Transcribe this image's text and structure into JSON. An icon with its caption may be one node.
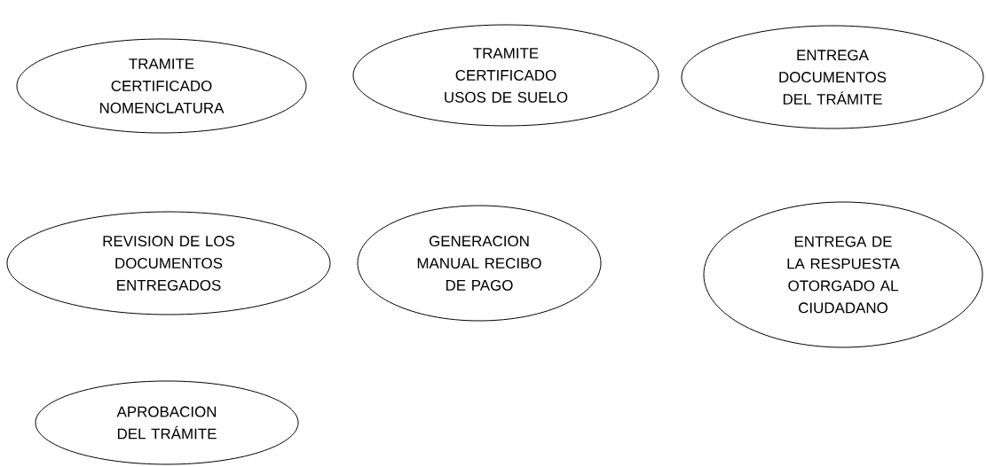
{
  "diagram": {
    "nodes": [
      {
        "text": [
          "TRAMITE CERTIFICADO NOMENCLATURA"
        ]
      },
      {
        "text": [
          "TRAMITE CERTIFICADO USOS DE SUELO"
        ]
      },
      {
        "text": [
          "ENTREGA DOCUMENTOS DEL TRÁMITE"
        ]
      },
      {
        "text": [
          "REVISION DE LOS DOCUMENTOS ENTREGADOS"
        ]
      },
      {
        "text": [
          "GENERACION MANUAL RECIBO DE PAGO"
        ]
      },
      {
        "text": [
          "ENTREGA DE LA RESPUESTA OTORGADO AL CIUDADANO"
        ]
      },
      {
        "text": [
          "APROBACION DEL TRÁMITE"
        ]
      }
    ]
  }
}
